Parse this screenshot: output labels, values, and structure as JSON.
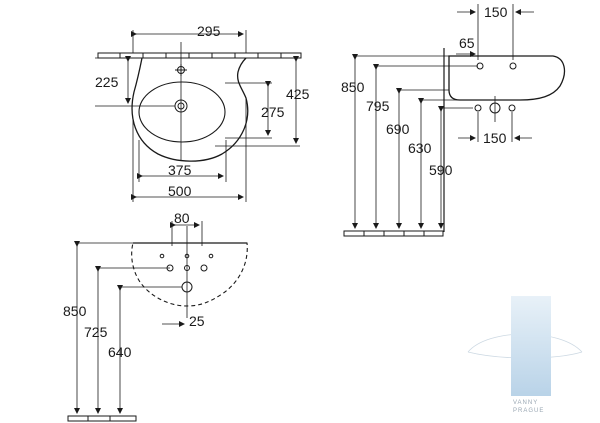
{
  "top_view": {
    "dims": {
      "width_top": "295",
      "left_225": "225",
      "right_425": "425",
      "inner_275": "275",
      "inner_375": "375",
      "total_500": "500"
    }
  },
  "side_view": {
    "dims": {
      "top_150": "150",
      "gap_65": "65",
      "h_850": "850",
      "h_795": "795",
      "h_690": "690",
      "h_630": "630",
      "h_590": "590",
      "bottom_150": "150"
    }
  },
  "front_view": {
    "dims": {
      "top_80": "80",
      "h_850": "850",
      "h_725": "725",
      "h_640": "640",
      "bottom_25": "25"
    }
  },
  "watermark": {
    "line1": "VANNY",
    "line2": "PRAGUE",
    "color": "#b9d3e8"
  }
}
